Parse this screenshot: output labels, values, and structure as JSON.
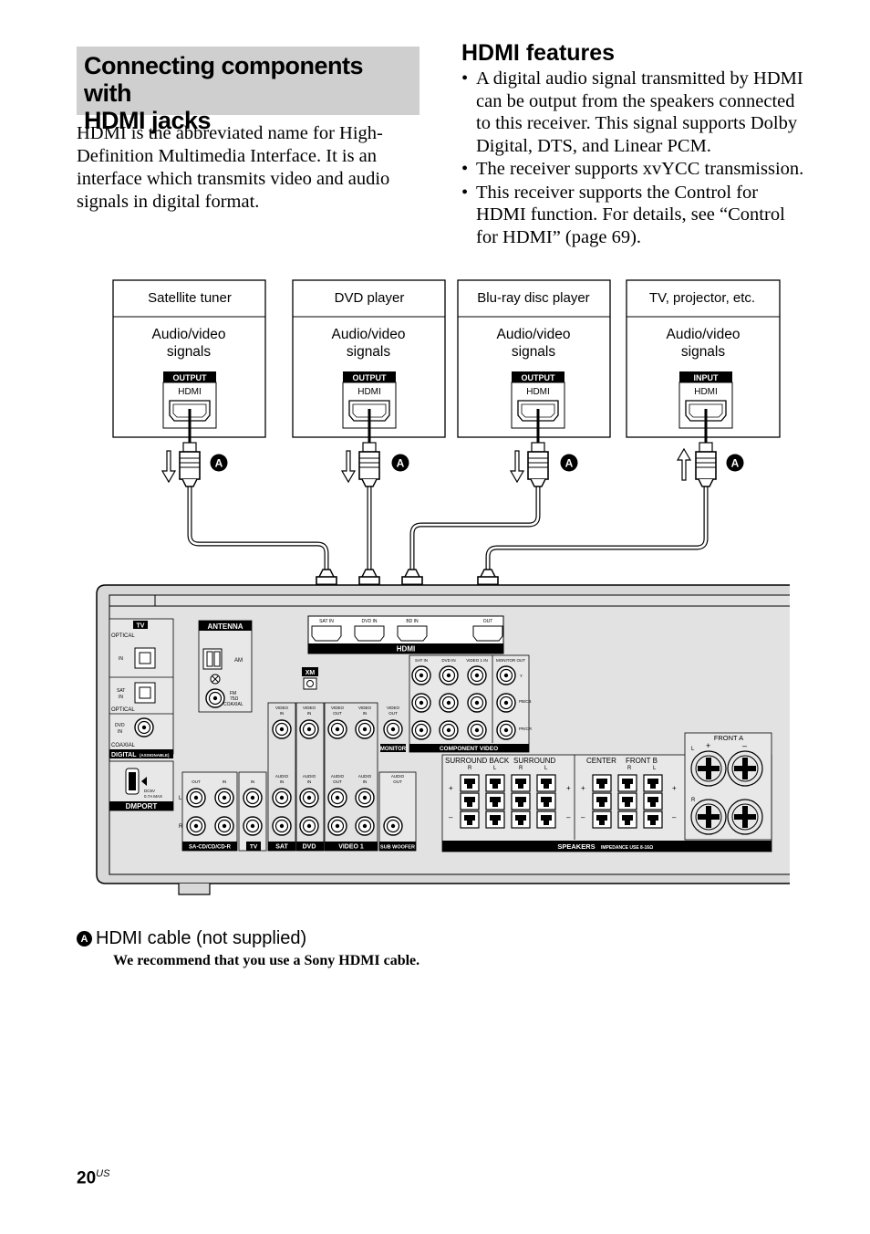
{
  "section": {
    "title_line1": "Connecting components with",
    "title_line2": "HDMI jacks",
    "intro": "HDMI is the abbreviated name for High-Definition Multimedia Interface. It is an interface which transmits video and audio signals in digital format."
  },
  "features": {
    "title": "HDMI features",
    "items": [
      "A digital audio signal transmitted by HDMI can be output from the speakers connected to this receiver. This signal supports Dolby Digital, DTS, and Linear PCM.",
      "The receiver supports xvYCC transmission.",
      "This receiver supports the Control for HDMI function. For details, see “Control for HDMI” (page 69)."
    ]
  },
  "devices": [
    {
      "name": "Satellite tuner",
      "signals_line1": "Audio/video",
      "signals_line2": "signals",
      "port_label": "OUTPUT",
      "port_type": "HDMI"
    },
    {
      "name": "DVD player",
      "signals_line1": "Audio/video",
      "signals_line2": "signals",
      "port_label": "OUTPUT",
      "port_type": "HDMI"
    },
    {
      "name": "Blu-ray disc player",
      "signals_line1": "Audio/video",
      "signals_line2": "signals",
      "port_label": "OUTPUT",
      "port_type": "HDMI"
    },
    {
      "name": "TV, projector, etc.",
      "signals_line1": "Audio/video",
      "signals_line2": "signals",
      "port_label": "INPUT",
      "port_type": "HDMI"
    }
  ],
  "cable_marker": "A",
  "receiver": {
    "hdmi_ports": [
      "SAT IN",
      "DVD IN",
      "BD IN",
      "OUT"
    ],
    "hdmi_group": "HDMI",
    "tv_badge": "TV",
    "antenna": "ANTENNA",
    "am": "AM",
    "fm_line1": "FM",
    "fm_line2": "75Ω",
    "fm_line3": "COAXIAL",
    "optical": "OPTICAL",
    "in": "IN",
    "sat_in_line1": "SAT",
    "sat_in_line2": "IN",
    "optical2": "OPTICAL",
    "dvd_in_line1": "DVD",
    "dvd_in_line2": "IN",
    "coaxial": "COAXIAL",
    "digital": "DIGITAL",
    "assignable": "(ASSIGNABLE)",
    "xm": "XM",
    "dmport": "DMPORT",
    "dc_line1": "DC5V",
    "dc_line2": "0.7A MAX",
    "comp_inputs": [
      "SAT IN",
      "DVD IN",
      "VIDEO 1 IN",
      "MONITOR OUT"
    ],
    "comp_rows": [
      "Y",
      "PB/CB",
      "PR/CR"
    ],
    "component_video": "COMPONENT VIDEO",
    "monitor": "MONITOR",
    "video_in": "VIDEO IN",
    "video_out": "VIDEO OUT",
    "audio_in": "AUDIO IN",
    "audio_out": "AUDIO OUT",
    "out": "OUT",
    "l": "L",
    "r": "R",
    "sacd": "SA-CD/CD/CD-R",
    "tv": "TV",
    "sat": "SAT",
    "dvd": "DVD",
    "video1": "VIDEO 1",
    "subwoofer": "SUB WOOFER",
    "surround_back": "SURROUND BACK",
    "surround": "SURROUND",
    "center": "CENTER",
    "front_b": "FRONT B",
    "front_a": "FRONT A",
    "speakers": "SPEAKERS",
    "impedance": "IMPEDANCE USE 8-16Ω"
  },
  "legend": {
    "marker": "A",
    "label": "HDMI cable (not supplied)",
    "note": "We recommend that you use a Sony HDMI cable."
  },
  "page": {
    "number": "20",
    "region": "US"
  }
}
